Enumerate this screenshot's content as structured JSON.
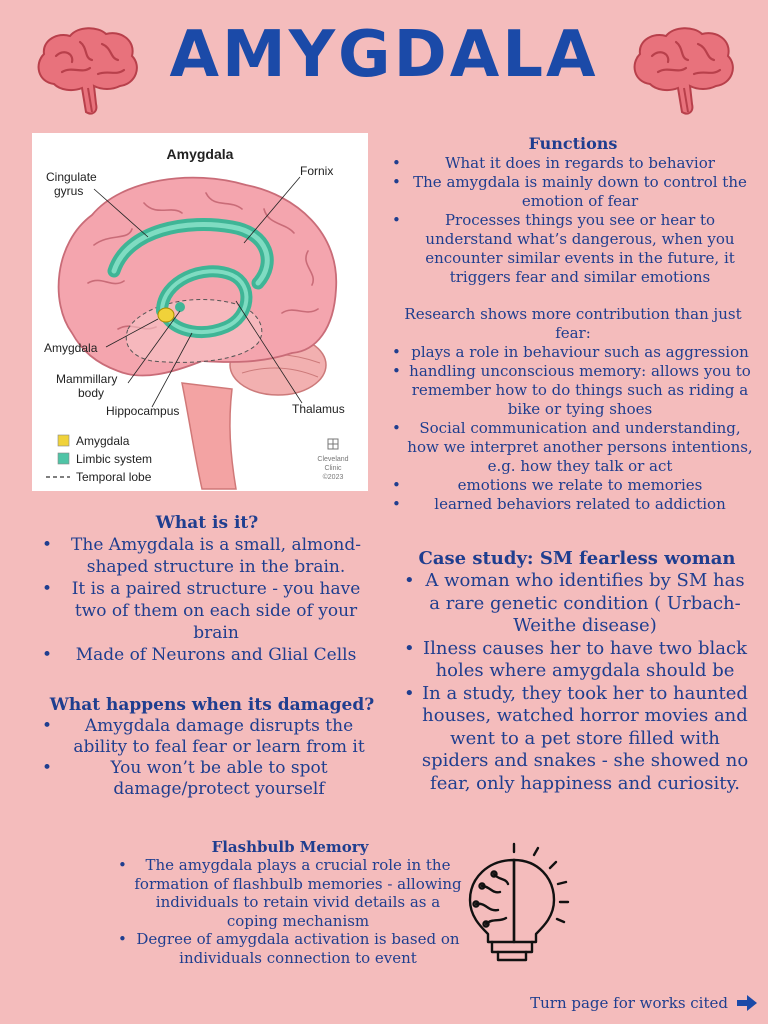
{
  "title": "AMYGDALA",
  "figure": {
    "title": "Amygdala",
    "labels": {
      "cingulate": [
        "Cingulate",
        "gyrus"
      ],
      "fornix": "Fornix",
      "amygdala": "Amygdala",
      "mammillary": [
        "Mammillary",
        "body"
      ],
      "hippocampus": "Hippocampus",
      "thalamus": "Thalamus"
    },
    "legend": [
      "Amygdala",
      "Limbic system",
      "Temporal lobe"
    ],
    "credit": [
      "Cleveland",
      "Clinic",
      "©2023"
    ]
  },
  "functions": {
    "heading": "Functions",
    "items": [
      "What it does in regards to behavior",
      "The amygdala is mainly down to control the emotion of fear",
      "Processes things you see or hear to understand what’s dangerous, when you encounter similar events in the future, it triggers fear and similar emotions"
    ],
    "research_intro": "Research shows more contribution than just fear:",
    "research_items": [
      "plays a role in behaviour such as aggression",
      "handling unconscious memory: allows you to remember how to do things such as riding a bike or tying shoes",
      "Social communication and understanding, how we interpret another persons intentions, e.g. how they talk or act",
      "emotions we relate to memories",
      "learned behaviors related to addiction"
    ]
  },
  "whatis": {
    "heading": "What is it?",
    "items": [
      "The Amygdala is a small, almond-shaped structure in the brain.",
      "It is a paired structure - you have two of them on each side of your brain",
      "Made of Neurons and Glial Cells"
    ]
  },
  "damaged": {
    "heading": "What happens when its damaged?",
    "items": [
      "Amygdala damage disrupts the ability to feal fear or learn from it",
      "You won’t be able to spot damage/protect yourself"
    ]
  },
  "casestudy": {
    "heading": "Case study: SM fearless woman",
    "items": [
      "A woman who identifies by SM has a rare genetic condition ( Urbach-Weithe disease)",
      "Ilness causes her to have two black holes where amygdala should be",
      "In a study, they took her to haunted houses, watched horror movies and went to a pet store filled with spiders and snakes - she showed no fear, only happiness and curiosity."
    ]
  },
  "flashbulb": {
    "heading": "Flashbulb Memory",
    "items": [
      "The amygdala plays a crucial role in the formation of flashbulb memories - allowing individuals to retain vivid details as a coping mechanism",
      "Degree of amygdala activation is based on individuals connection to event"
    ]
  },
  "footer": {
    "text": "Turn page for works cited"
  },
  "colors": {
    "background": "#f4bcbc",
    "text": "#1f3e8f",
    "title": "#1b4aa8",
    "brain": "#e8727c",
    "limbic": "#4fc4a6"
  }
}
